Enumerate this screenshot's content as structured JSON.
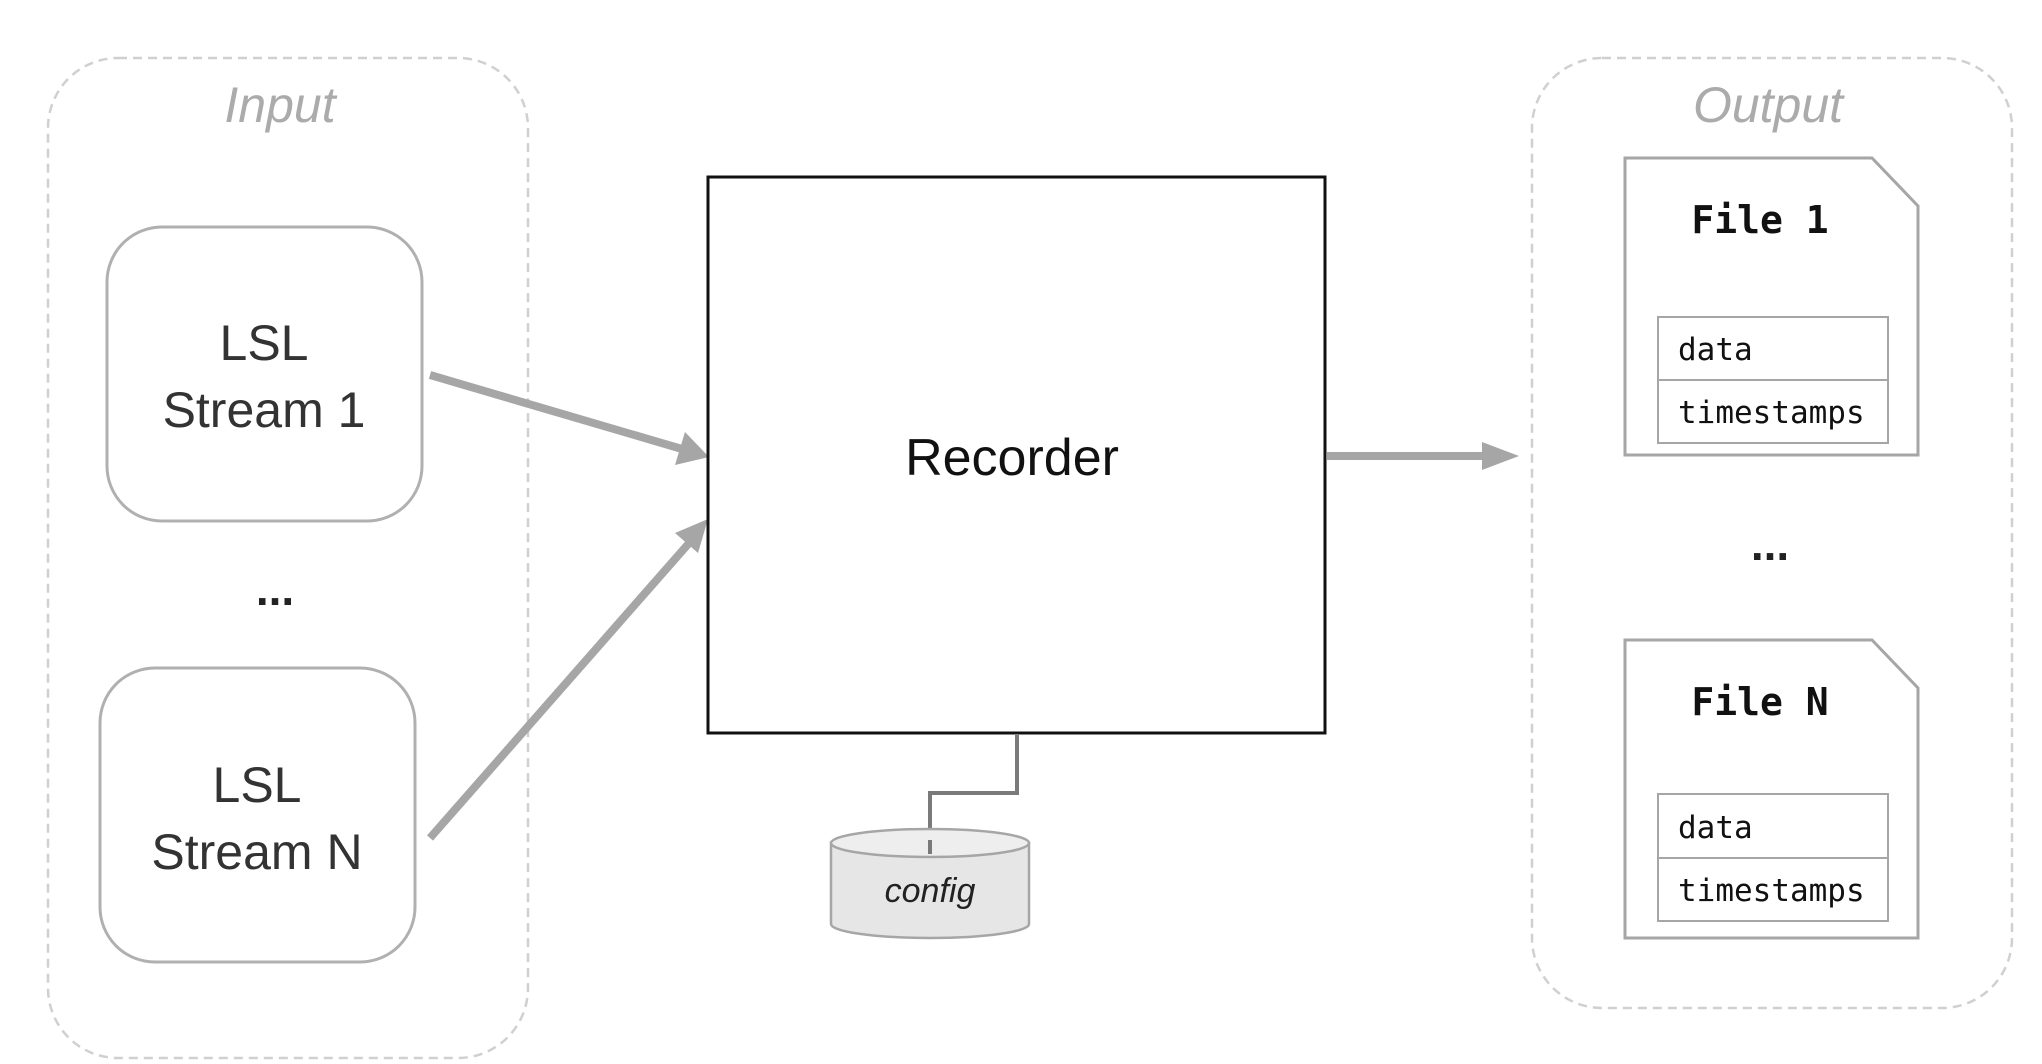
{
  "input": {
    "title": "Input",
    "streams": [
      {
        "line1": "LSL",
        "line2": "Stream 1"
      },
      {
        "line1": "LSL",
        "line2": "Stream N"
      }
    ],
    "ellipsis": "..."
  },
  "recorder": {
    "label": "Recorder"
  },
  "config": {
    "label": "config"
  },
  "output": {
    "title": "Output",
    "files": [
      {
        "title": "File 1",
        "fields": [
          "data",
          "timestamps"
        ]
      },
      {
        "title": "File N",
        "fields": [
          "data",
          "timestamps"
        ]
      }
    ],
    "ellipsis": "..."
  }
}
